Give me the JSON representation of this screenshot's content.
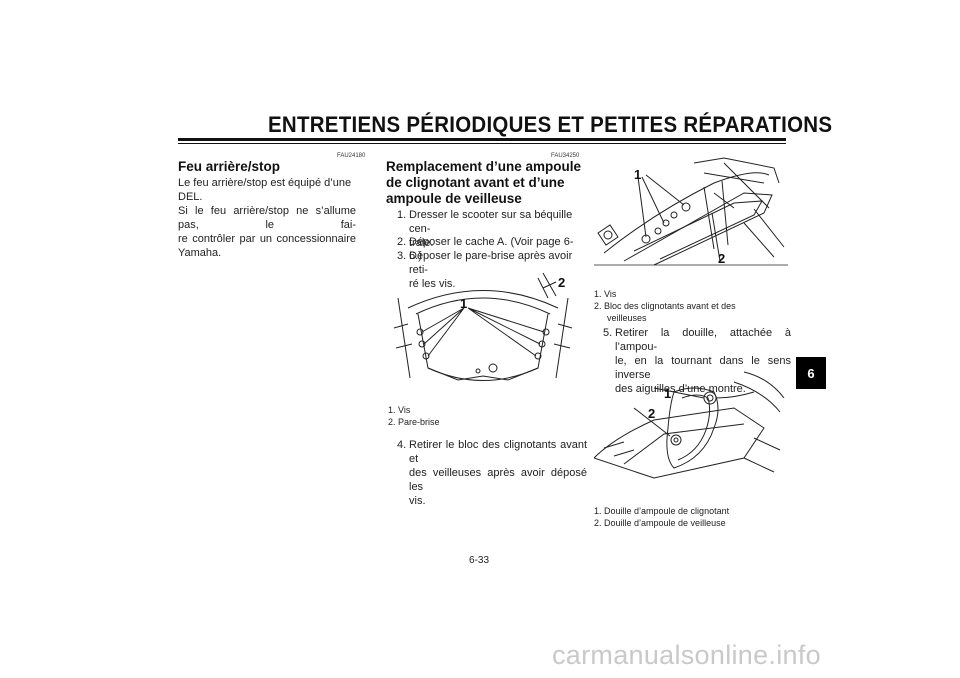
{
  "header": {
    "title": "ENTRETIENS PÉRIODIQUES ET PETITES RÉPARATIONS"
  },
  "left": {
    "code": "FAU24180",
    "heading": "Feu arrière/stop",
    "lines": [
      "Le feu arrière/stop est équipé d’une DEL.",
      "Si le feu arrière/stop ne s’allume pas, le fai-",
      "re contrôler par un concessionnaire",
      "Yamaha."
    ]
  },
  "middle": {
    "code": "FAU34250",
    "heading_lines": [
      "Remplacement d’une ampoule",
      "de clignotant avant et d’une",
      "ampoule de veilleuse"
    ],
    "steps": [
      {
        "num": "1.",
        "lines": [
          "Dresser le scooter sur sa béquille cen-",
          "trale."
        ]
      },
      {
        "num": "2.",
        "lines": [
          "Déposer le cache A. (Voir page 6-6.)"
        ]
      },
      {
        "num": "3.",
        "lines": [
          "Déposer le pare-brise après avoir reti-",
          "ré les vis."
        ]
      }
    ],
    "figure_labels": [
      "1",
      "2"
    ],
    "captions": [
      "1. Vis",
      "2. Pare-brise"
    ],
    "step4": {
      "num": "4.",
      "lines": [
        "Retirer le bloc des clignotants avant et",
        "des veilleuses après avoir déposé les",
        "vis."
      ]
    }
  },
  "right": {
    "figure1_labels": [
      "1",
      "2"
    ],
    "captions1": [
      "1. Vis",
      "2. Bloc des clignotants avant et des",
      "veilleuses"
    ],
    "step5": {
      "num": "5.",
      "lines": [
        "Retirer la douille, attachée à l’ampou-",
        "le, en la tournant dans le sens inverse",
        "des aiguilles d’une montre."
      ]
    },
    "figure2_labels": [
      "1",
      "2"
    ],
    "captions2": [
      "1. Douille d’ampoule de clignotant",
      "2. Douille d’ampoule de veilleuse"
    ]
  },
  "tab": {
    "label": "6"
  },
  "page_number": "6-33",
  "watermark": "carmanualsonline.info"
}
